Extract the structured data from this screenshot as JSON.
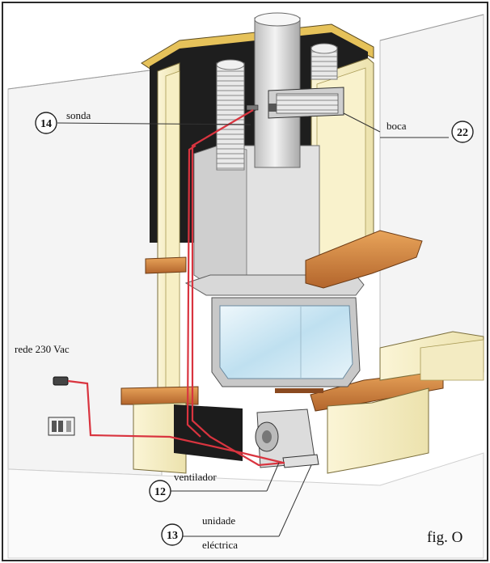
{
  "labels": {
    "sonda": "sonda",
    "boca": "boca",
    "rede": "rede 230 Vac",
    "ventilador": "ventilador",
    "unidade": "unidade",
    "electrica": "eléctrica",
    "fig": "fig. O"
  },
  "callouts": {
    "n14": "14",
    "n22": "22",
    "n12": "12",
    "n13": "13"
  },
  "colors": {
    "frame": "#2a2a2a",
    "cable": "#d9343f",
    "wood": "#c97a3b",
    "panel": "#f5eec3",
    "metal": "#d6d6d6",
    "glass": "#cfe6f2"
  }
}
